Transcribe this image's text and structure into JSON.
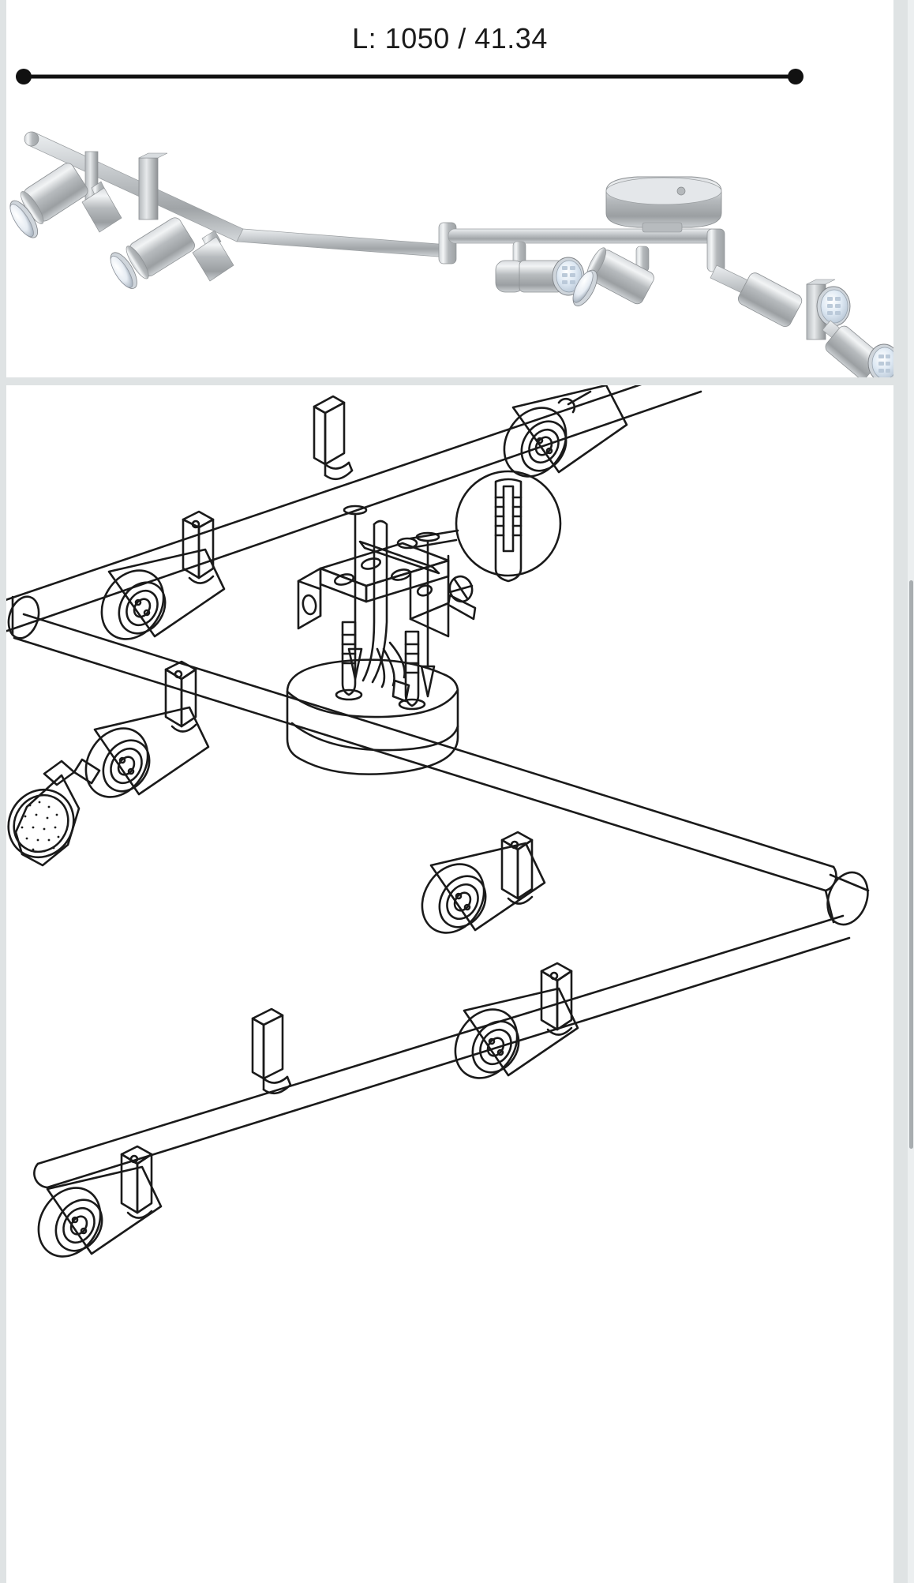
{
  "page": {
    "background_color": "#dfe3e4",
    "panel_color": "#ffffff"
  },
  "scrollbar": {
    "name": "vertical-scrollbar",
    "track_color": "#eceff0",
    "thumb_color": "#a8adb0"
  },
  "dimension_panel": {
    "label": "L: 1050 / 41.34",
    "measurement": {
      "prefix": "L",
      "millimeters": "1050",
      "inches": "41.34",
      "separator": "/"
    },
    "line_color": "#111111",
    "endpoint_style": "filled-dot"
  },
  "product_photo": {
    "alt": "Six-light brushed nickel track spotlight bar with GU10 LED lamps",
    "finish_color": "#b9bdc0",
    "finish_highlight": "#eceef0",
    "finish_shadow": "#85898c",
    "lamp_face_color": "#dfe9f2",
    "spot_count": 6,
    "background": "#ffffff"
  },
  "installation_drawing": {
    "alt": "Technical line drawing of the track light with ceiling canopy, mounting bracket, screws, wall anchors and wiring",
    "line_color": "#1a1a1a",
    "fill_color": "#ffffff",
    "parts": [
      {
        "name": "track-bar",
        "label": ""
      },
      {
        "name": "spotlight-head",
        "label": ""
      },
      {
        "name": "ceiling-canopy",
        "label": ""
      },
      {
        "name": "mounting-bracket",
        "label": ""
      },
      {
        "name": "mounting-screw",
        "label": ""
      },
      {
        "name": "wall-anchor",
        "label": ""
      },
      {
        "name": "supply-wires",
        "label": ""
      },
      {
        "name": "reflector-lamp",
        "label": ""
      }
    ],
    "callout": {
      "name": "wall-anchor-detail",
      "shape": "circle",
      "label": ""
    }
  }
}
